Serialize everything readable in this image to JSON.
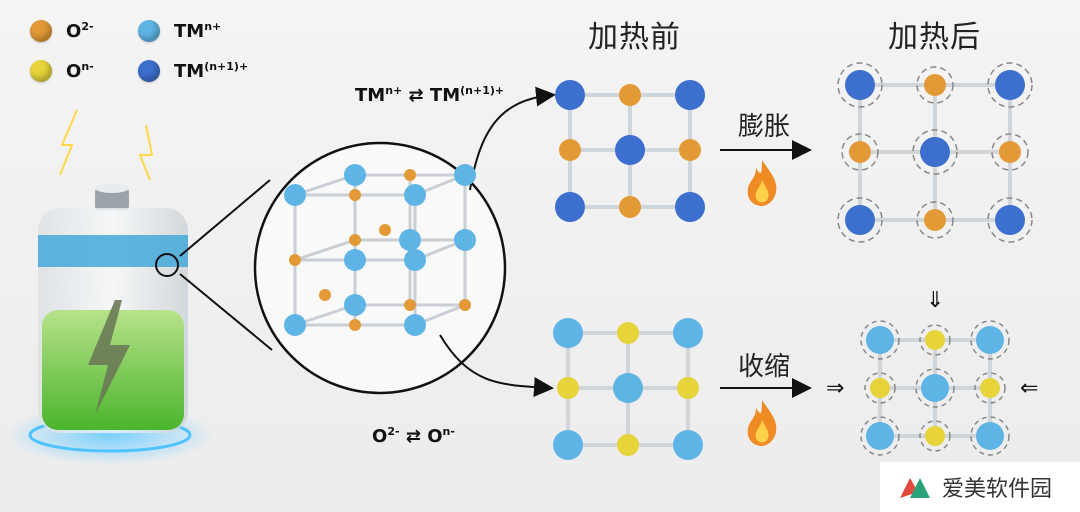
{
  "legend": {
    "o2": "O",
    "o2_sup": "2-",
    "on": "O",
    "on_sup": "n-",
    "tmn": "TM",
    "tmn_sup": "n+",
    "tmn1": "TM",
    "tmn1_sup": "(n+1)+"
  },
  "colors": {
    "oxygen_2": "#e39a36",
    "oxygen_n": "#e6d43a",
    "tm_n": "#5fb4e6",
    "tm_n1": "#3d6fcf"
  },
  "titles": {
    "before": "加热前",
    "after": "加热后"
  },
  "labels": {
    "expand": "膨胀",
    "shrink": "收缩"
  },
  "equations": {
    "tm_left": "TM",
    "tm_left_sup": "n+",
    "tm_right": "TM",
    "tm_right_sup": "(n+1)+",
    "o_left": "O",
    "o_left_sup": "2-",
    "o_right": "O",
    "o_right_sup": "n-"
  },
  "watermark": {
    "text": "爱美软件园"
  }
}
